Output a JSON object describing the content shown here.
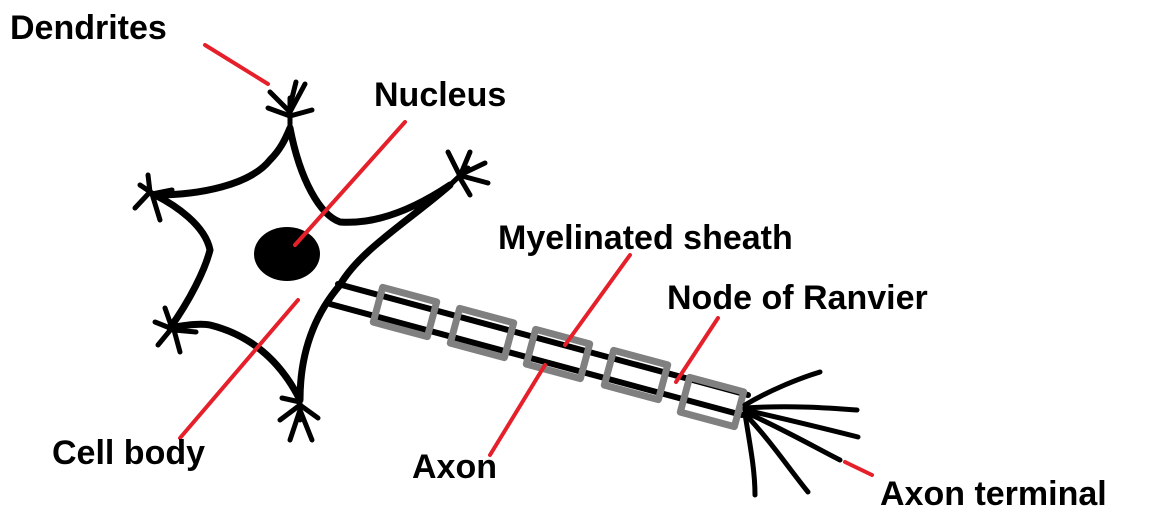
{
  "labels": {
    "dendrites": "Dendrites",
    "nucleus": "Nucleus",
    "myelinated_sheath": "Myelinated sheath",
    "node_of_ranvier": "Node of Ranvier",
    "cell_body": "Cell body",
    "axon": "Axon",
    "axon_terminal": "Axon terminal"
  },
  "colors": {
    "outline": "#000000",
    "leader_line": "#e5202a",
    "myelin": "#808080",
    "background": "#ffffff"
  }
}
